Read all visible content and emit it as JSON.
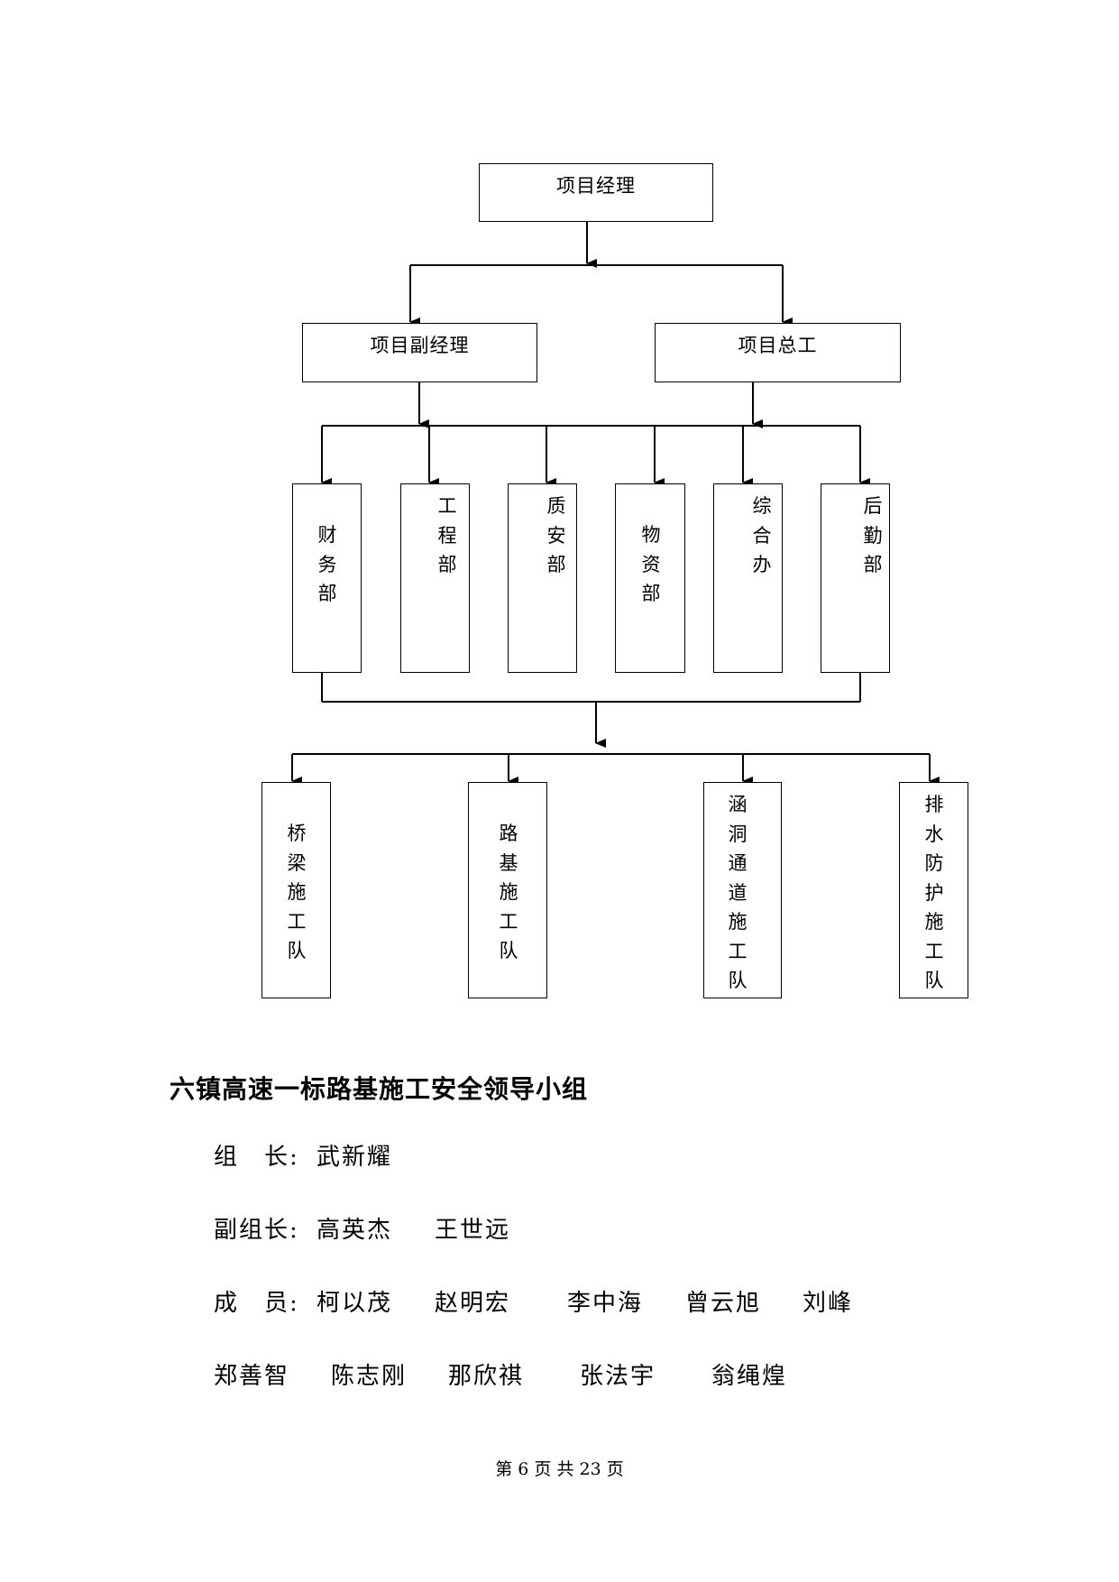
{
  "org_chart": {
    "top": "项目经理",
    "level2": [
      "项目副经理",
      "项目总工"
    ],
    "departments": [
      "财\n务\n部",
      "工\n程\n部",
      "质\n安\n部",
      "物\n资\n部",
      "综\n合\n办",
      "后\n勤\n部"
    ],
    "teams": [
      "桥\n梁\n施\n工\n队",
      "路\n基\n施\n工\n队",
      "涵\n洞\n通\n道\n施\n工\n队",
      "排\n水\n防\n护\n施\n工\n队"
    ]
  },
  "section": {
    "title": "六镇高速一标路基施工安全领导小组",
    "leader_label": "组　长:",
    "leader": "武新耀",
    "deputy_label": "副组长:",
    "deputies": [
      "高英杰",
      "王世远"
    ],
    "members_label": "成　员:",
    "members_line1": [
      "柯以茂",
      "赵明宏",
      "李中海",
      "曾云旭",
      "刘峰"
    ],
    "members_line2": [
      "郑善智",
      "陈志刚",
      "那欣祺",
      "张法宇",
      "翁绳煌"
    ]
  },
  "footer": "第 6 页 共 23 页"
}
